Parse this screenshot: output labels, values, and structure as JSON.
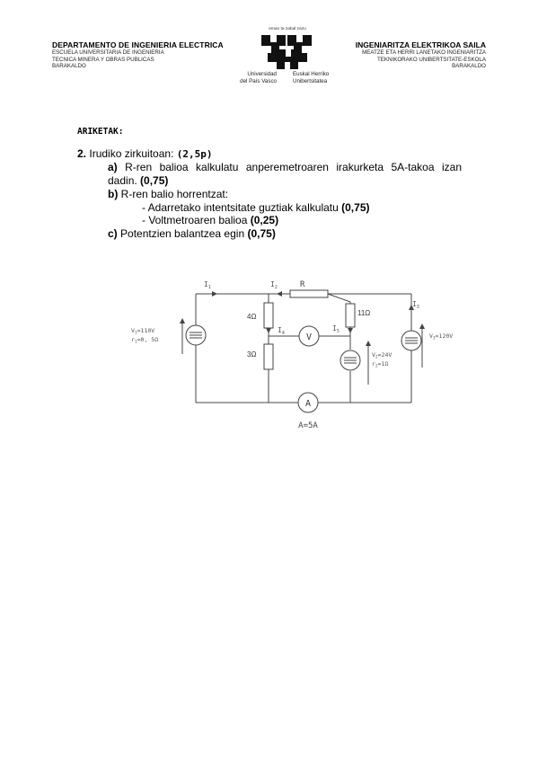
{
  "header": {
    "left_title": "DEPARTAMENTO DE INGENIERIA ELECTRICA",
    "left_lines": [
      "ESCUELA UNIVERSITARIA DE INGENIERIA",
      "TECNICA MINERA Y OBRAS PUBLICAS",
      "BARAKALDO"
    ],
    "right_title": "INGENIARITZA ELEKTRIKOA SAILA",
    "right_lines": [
      "MEATZE ETA HERRI LANETAKO INGENIARITZA",
      "TEKNIKORAKO UNIBERTSITATE-ESKOLA",
      "BARAKALDO"
    ],
    "motto": "eman ta zabal zazu",
    "uni_left": [
      "Universidad",
      "del País Vasco"
    ],
    "uni_right": [
      "Euskal Herriko",
      "Unibertsitatea"
    ]
  },
  "section_title": "ARIKETAK:",
  "exercise": {
    "number": "2.",
    "intro": "Irudiko zirkuitoan:",
    "points": "(2,5p)",
    "a_label": "a)",
    "a_text_1": "R-ren balioa kalkulatu anperemetroaren irakurketa 5A-takoa izan",
    "a_text_2": "dadin.",
    "a_points": "(0,75)",
    "b_label": "b)",
    "b_text": "R-ren balio horrentzat:",
    "b_item1": "- Adarretako intentsitate guztiak kalkulatu",
    "b_item1_points": "(0,75)",
    "b_item2": "- Voltmetroaren balioa",
    "b_item2_points": "(0,25)",
    "c_label": "c)",
    "c_text": "Potentzien balantzea egin",
    "c_points": "(0,75)"
  },
  "circuit": {
    "current_I1": "I",
    "current_I1_sub": "1",
    "current_I2": "I",
    "current_I2_sub": "2",
    "current_I3": "I",
    "current_I3_sub": "3",
    "current_I4": "I",
    "current_I4_sub": "4",
    "current_I5": "I",
    "current_I5_sub": "5",
    "resistor_R": "R",
    "resistor_4": "4Ω",
    "resistor_3": "3Ω",
    "resistor_11": "11Ω",
    "voltmeter": "V",
    "ammeter": "A",
    "ammeter_reading": "A=5A",
    "source1_v": "V",
    "source1_v_sub": "1",
    "source1_v_val": "=110V",
    "source1_r": "r",
    "source1_r_sub": "1",
    "source1_r_val": "=0, 5Ω",
    "source2_v": "V",
    "source2_v_sub": "2",
    "source2_v_val": "=24V",
    "source2_r": "r",
    "source2_r_sub": "2",
    "source2_r_val": "=1Ω",
    "source3_v": "V",
    "source3_v_sub": "3",
    "source3_v_val": "=120V"
  }
}
